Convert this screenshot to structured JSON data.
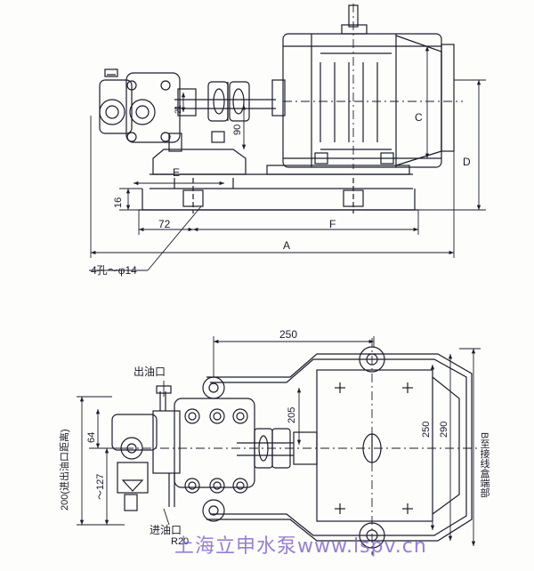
{
  "top_view": {
    "dims": {
      "E": "E",
      "C": "C",
      "D": "D",
      "F": "F",
      "A": "A",
      "d16": "16",
      "d72": "72",
      "d90": "90",
      "d21": "21"
    },
    "hole_note": "4孔～φ14"
  },
  "bottom_view": {
    "dims": {
      "d250_top": "250",
      "d205": "205",
      "d250_right": "250",
      "d290": "290",
      "d64": "64",
      "d127": "～127",
      "d200": "200(进出油口距离)",
      "r20": "R20",
      "b_note": "B至接线盒端部"
    },
    "outlet": "出油口",
    "inlet": "进油口"
  },
  "watermark": "上海立申水泵www.lspv.cn",
  "colors": {
    "line": "#1c1c2c",
    "watermark": "#7b5cc8"
  }
}
